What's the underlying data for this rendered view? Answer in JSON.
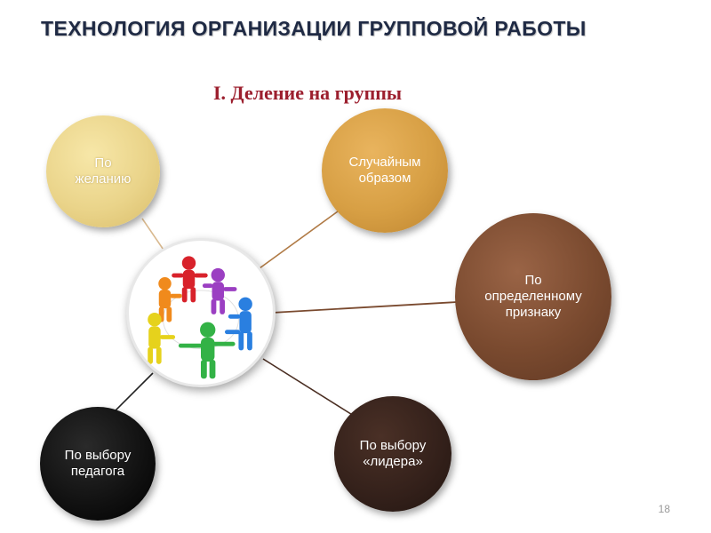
{
  "slide": {
    "title": "ТЕХНОЛОГИЯ ОРГАНИЗАЦИИ ГРУППОВОЙ РАБОТЫ",
    "subtitle": "I. Деление на группы",
    "page_number": "18"
  },
  "diagram": {
    "hub": {
      "icon": "people-circle-icon"
    },
    "nodes": [
      {
        "id": "wish",
        "label": "По\nжеланию",
        "color": "#ead48a"
      },
      {
        "id": "random",
        "label": "Случайным\nобразом",
        "color": "#d79f44"
      },
      {
        "id": "trait",
        "label": "По\nопределенному\nпризнаку",
        "color": "#7a4a2f"
      },
      {
        "id": "teacher",
        "label": "По выбору\nпедагога",
        "color": "#101010"
      },
      {
        "id": "leader",
        "label": "По выбору\n«лидера»",
        "color": "#33201a"
      }
    ],
    "colors": {
      "title": "#1f2a44",
      "subtitle": "#9c1f2e",
      "connector": "#8a6a55"
    }
  }
}
